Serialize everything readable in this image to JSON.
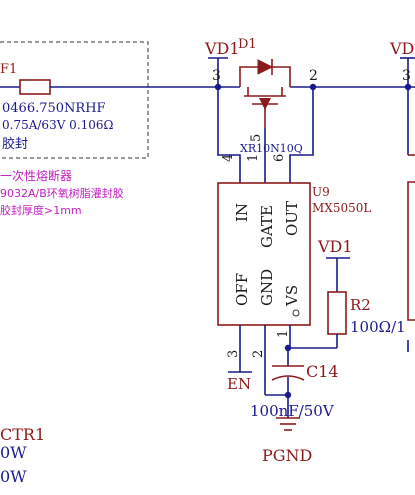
{
  "vd1_left": "VD1",
  "vd1_mid": "VD1",
  "d1_label": "D1",
  "mosfet_part": "XR10N10Q",
  "fuse": {
    "ref": "F1",
    "part": "0466.750NRHF",
    "rating": "0.75A/63V 0.106Ω",
    "note": "胶封"
  },
  "notes": {
    "line1": "一次性熔断器",
    "line2": "9032A/B环氧树脂灌封胶",
    "line3": "胶封厚度>1mm"
  },
  "u9": {
    "ref": "U9",
    "part": "MX5050L",
    "pins": [
      "IN",
      "GATE",
      "OUT",
      "OFF",
      "GND",
      "VS"
    ]
  },
  "pin_numbers": {
    "d_left": "3",
    "d_right": "2",
    "m_pin5": "5",
    "m_pin1": "1",
    "u_pin4": "4",
    "u_pin6": "6",
    "u_pin5": "5",
    "u_pin3": "3",
    "u_pin2": "2",
    "u_pin1": "1"
  },
  "r2": {
    "ref": "R2",
    "value": "100Ω/1"
  },
  "c14": {
    "ref": "C14",
    "value": "100nF/50V"
  },
  "net_en": "EN",
  "net_pgnd": "PGND",
  "left_bottom": {
    "line1": "CTR1",
    "line2": "0W",
    "line3": "0W"
  },
  "colors": {
    "wire": "#1a1a8c",
    "part": "#8b1a1a",
    "note": "#c020c0"
  }
}
